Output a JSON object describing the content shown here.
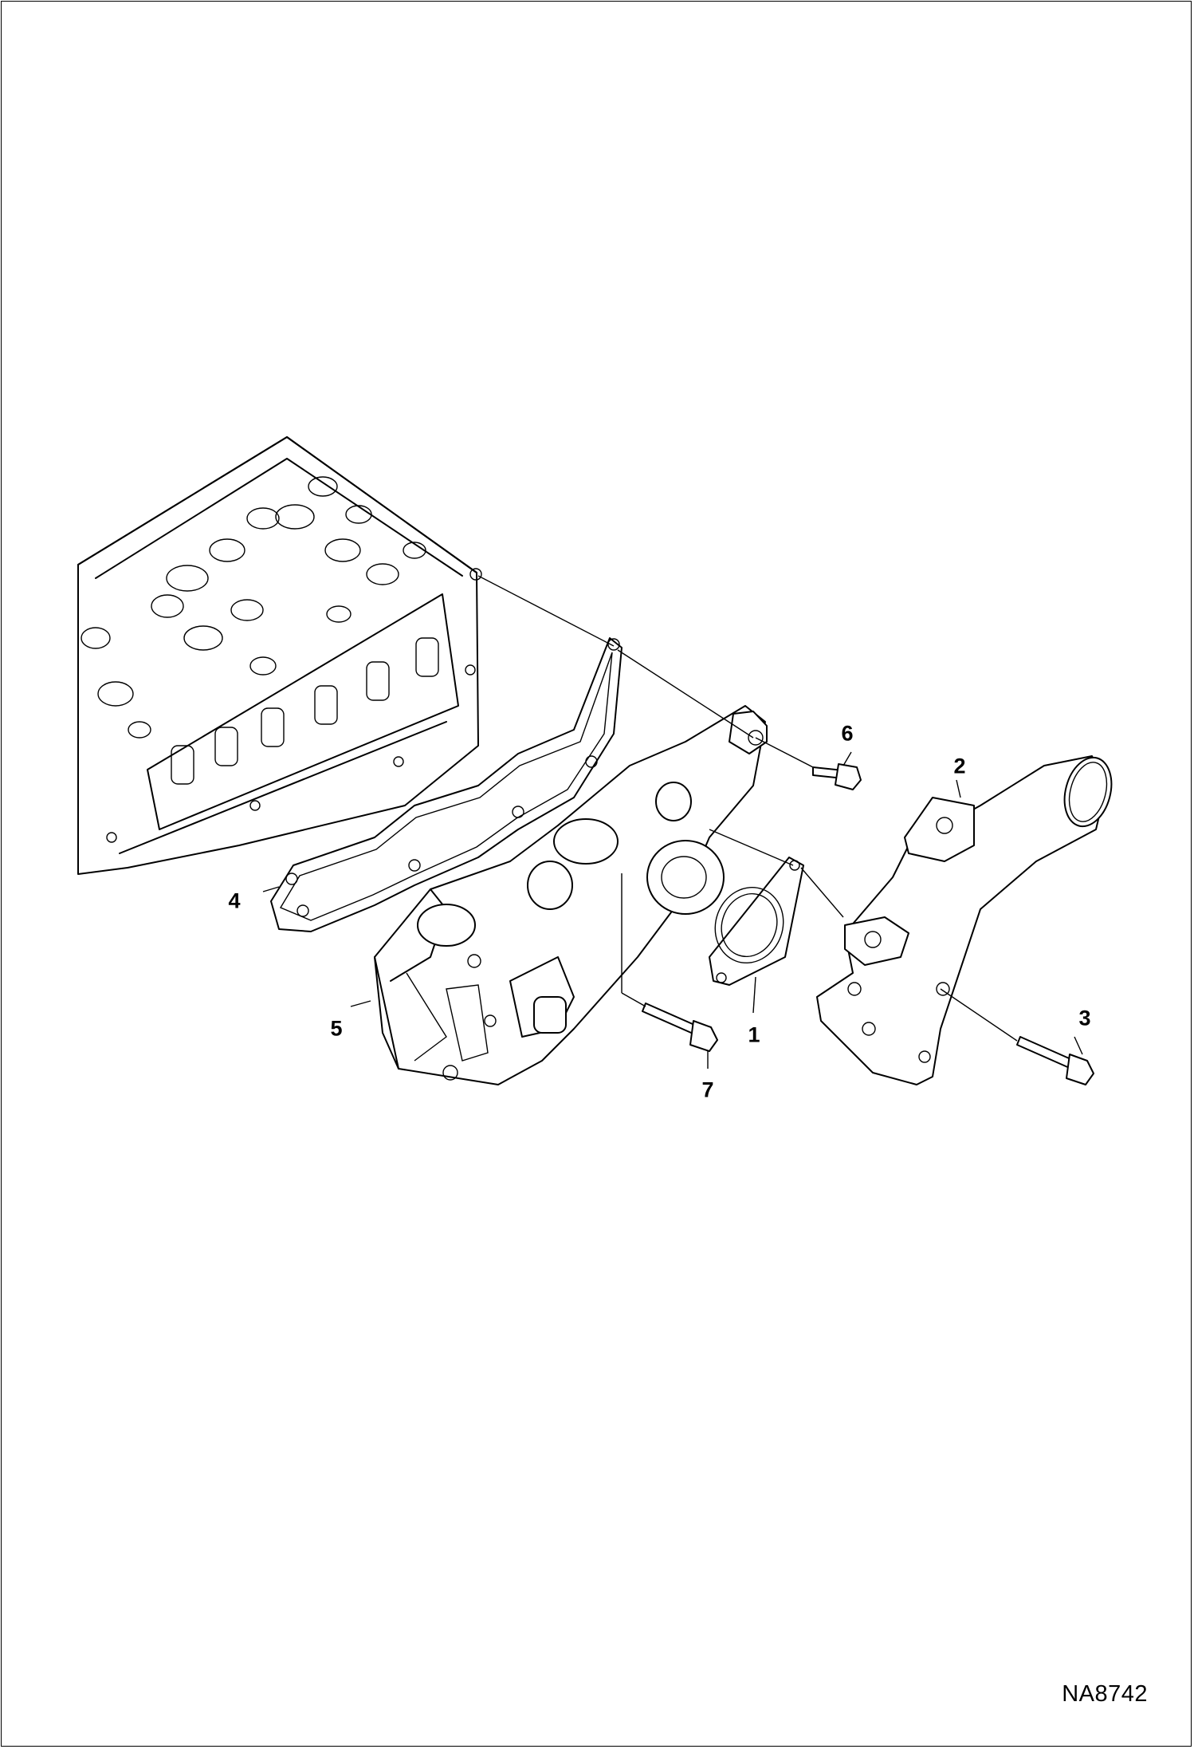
{
  "figure_id": "NA8742",
  "callouts": [
    {
      "id": "1",
      "label": "1"
    },
    {
      "id": "2",
      "label": "2"
    },
    {
      "id": "3",
      "label": "3"
    },
    {
      "id": "4",
      "label": "4"
    },
    {
      "id": "5",
      "label": "5"
    },
    {
      "id": "6",
      "label": "6"
    },
    {
      "id": "7",
      "label": "7"
    }
  ]
}
